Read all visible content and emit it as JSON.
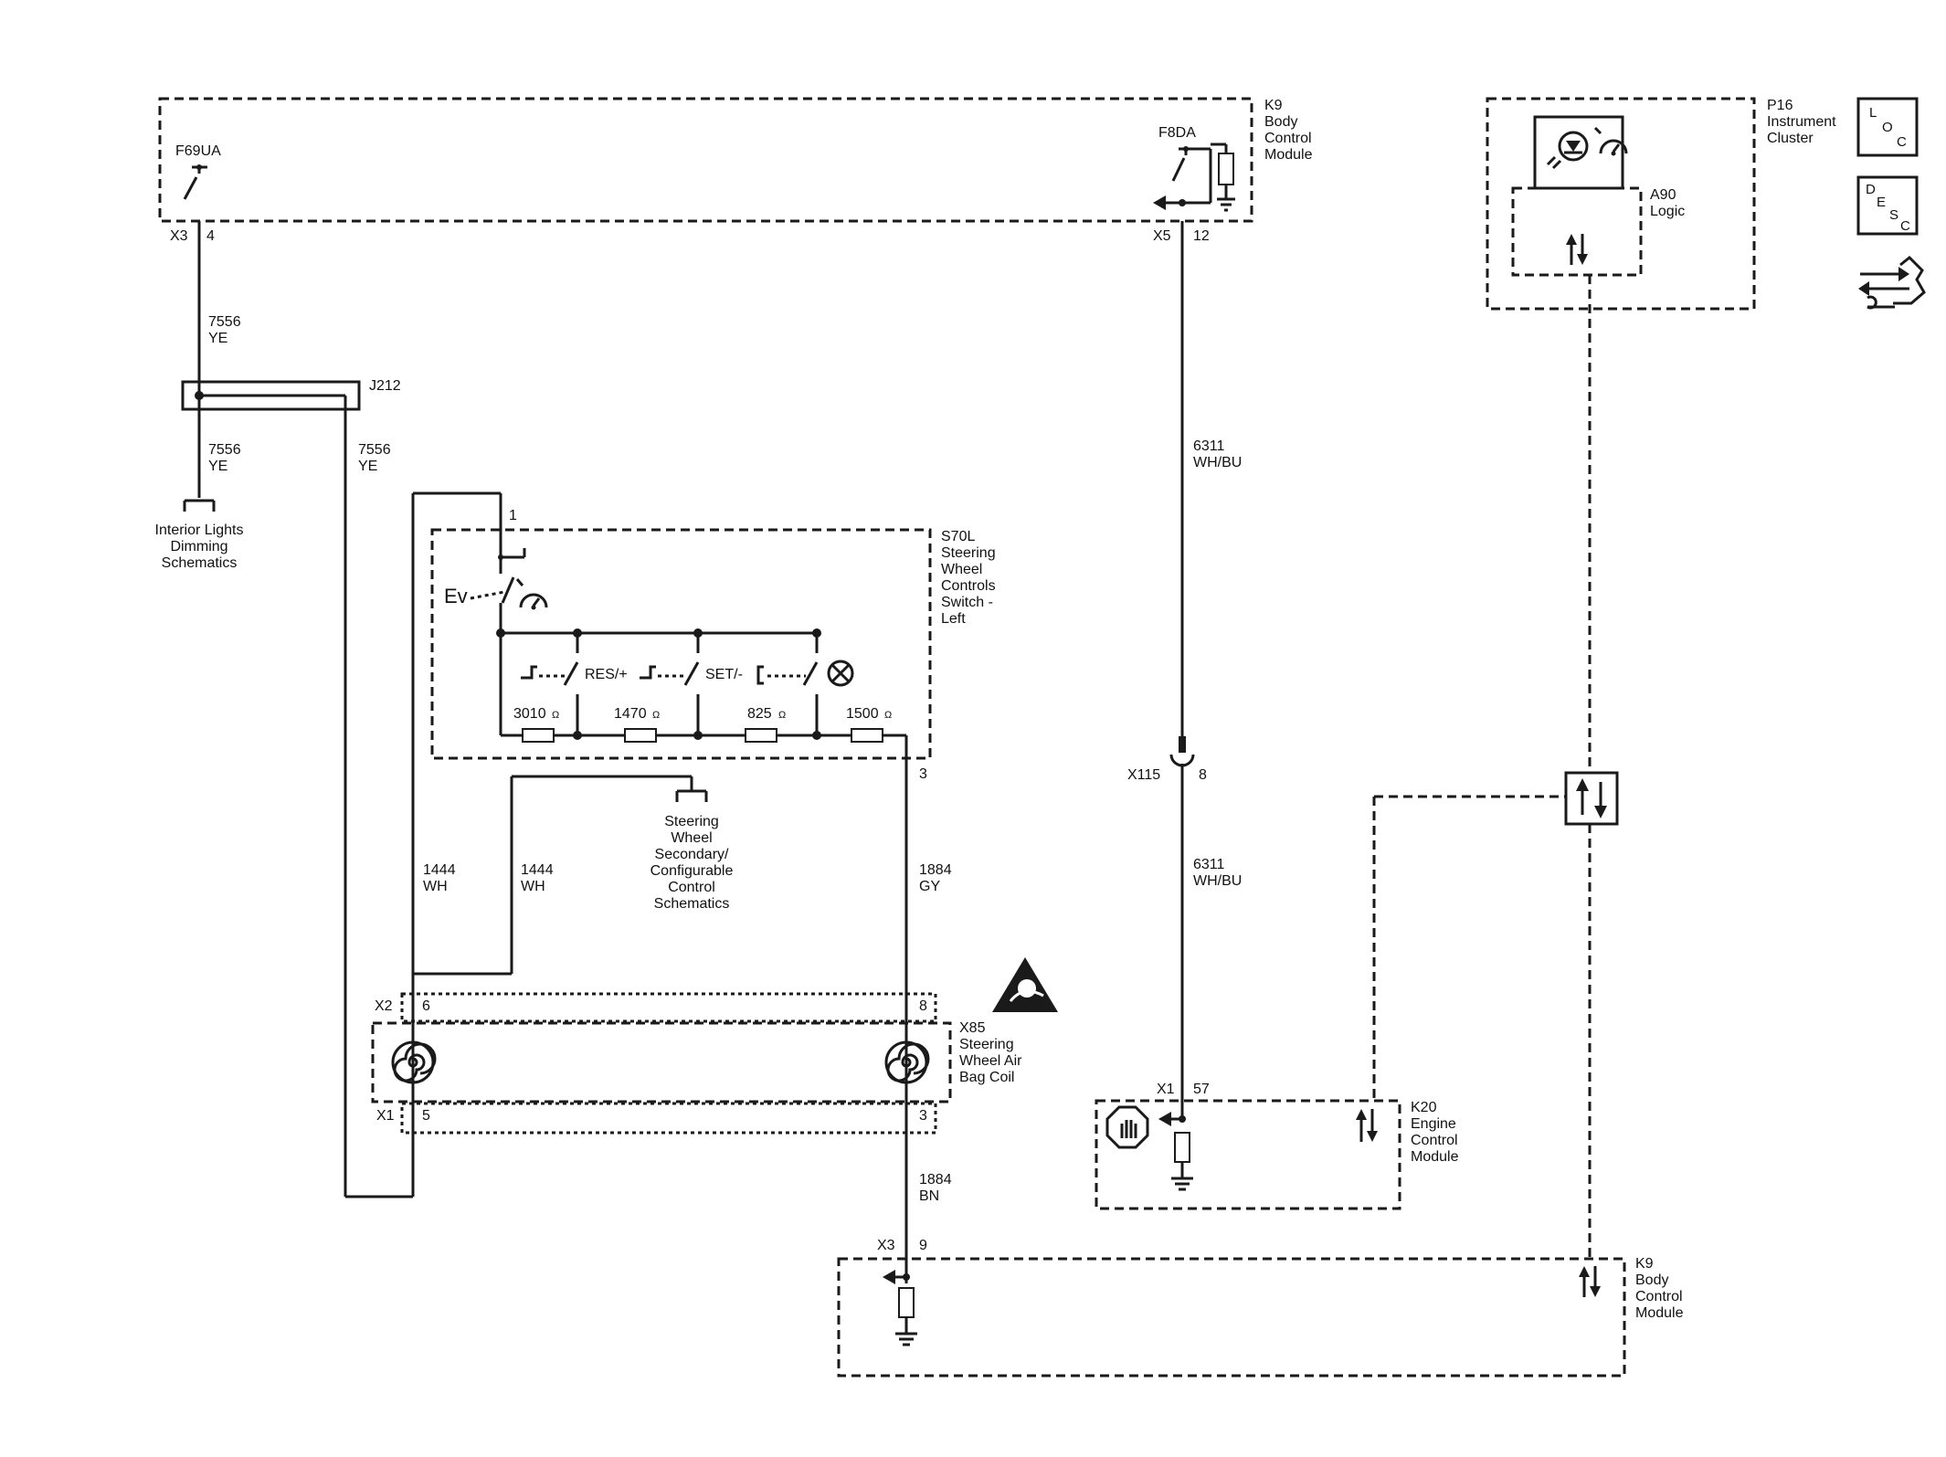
{
  "colors": {
    "ink": "#1a1a1a",
    "background": "#ffffff"
  },
  "modules": {
    "k9_top": {
      "id": "K9",
      "lines": [
        "Body",
        "Control",
        "Module"
      ]
    },
    "p16": {
      "id": "P16",
      "lines": [
        "Instrument",
        "Cluster"
      ]
    },
    "a90": {
      "id": "A90",
      "lines": [
        "Logic"
      ]
    },
    "s70l": {
      "id": "S70L",
      "lines": [
        "Steering",
        "Wheel",
        "Controls",
        "Switch -",
        "Left"
      ]
    },
    "x85": {
      "id": "X85",
      "lines": [
        "Steering",
        "Wheel Air",
        "Bag Coil"
      ]
    },
    "k20": {
      "id": "K20",
      "lines": [
        "Engine",
        "Control",
        "Module"
      ]
    },
    "k9_bottom": {
      "id": "K9",
      "lines": [
        "Body",
        "Control",
        "Module"
      ]
    },
    "j212": {
      "id": "J212"
    }
  },
  "references": {
    "interior_lights": [
      "Interior Lights",
      "Dimming",
      "Schematics"
    ],
    "steering_secondary": [
      "Steering",
      "Wheel",
      "Secondary/",
      "Configurable",
      "Control",
      "Schematics"
    ]
  },
  "signals": {
    "f69ua": "F69UA",
    "f8da": "F8DA"
  },
  "connectors": {
    "k9_x3": {
      "name": "X3",
      "pin": "4"
    },
    "k9_x5": {
      "name": "X5",
      "pin": "12"
    },
    "s70l_pin1": "1",
    "s70l_pin3": "3",
    "x115": {
      "name": "X115",
      "pin": "8"
    },
    "x85_x2": {
      "name": "X2",
      "pin_left": "6",
      "pin_right": "8"
    },
    "x85_x1": {
      "name": "X1",
      "pin_left": "5",
      "pin_right": "3"
    },
    "k20_x1": {
      "name": "X1",
      "pin": "57"
    },
    "k9_bottom_x3": {
      "name": "X3",
      "pin": "9"
    }
  },
  "wires": {
    "w7556_top": {
      "circuit": "7556",
      "color": "YE"
    },
    "w7556_mid": {
      "circuit": "7556",
      "color": "YE"
    },
    "w7556_right": {
      "circuit": "7556",
      "color": "YE"
    },
    "w6311_top": {
      "circuit": "6311",
      "color": "WH/BU"
    },
    "w6311_bottom": {
      "circuit": "6311",
      "color": "WH/BU"
    },
    "w1444_left": {
      "circuit": "1444",
      "color": "WH"
    },
    "w1444_right": {
      "circuit": "1444",
      "color": "WH"
    },
    "w1884_gy": {
      "circuit": "1884",
      "color": "GY"
    },
    "w1884_bn": {
      "circuit": "1884",
      "color": "BN"
    }
  },
  "switches": {
    "res": "RES/+",
    "set": "SET/-"
  },
  "resistors": [
    {
      "ohms": "3010",
      "unit": "Ω"
    },
    {
      "ohms": "1470",
      "unit": "Ω"
    },
    {
      "ohms": "825",
      "unit": "Ω"
    },
    {
      "ohms": "1500",
      "unit": "Ω"
    }
  ],
  "nav_icons": [
    {
      "icon": "loc-icon",
      "letters": [
        "L",
        "O",
        "C"
      ]
    },
    {
      "icon": "desc-icon",
      "letters": [
        "D",
        "E",
        "S",
        "C"
      ]
    },
    {
      "icon": "schematic-arrows-icon"
    }
  ]
}
